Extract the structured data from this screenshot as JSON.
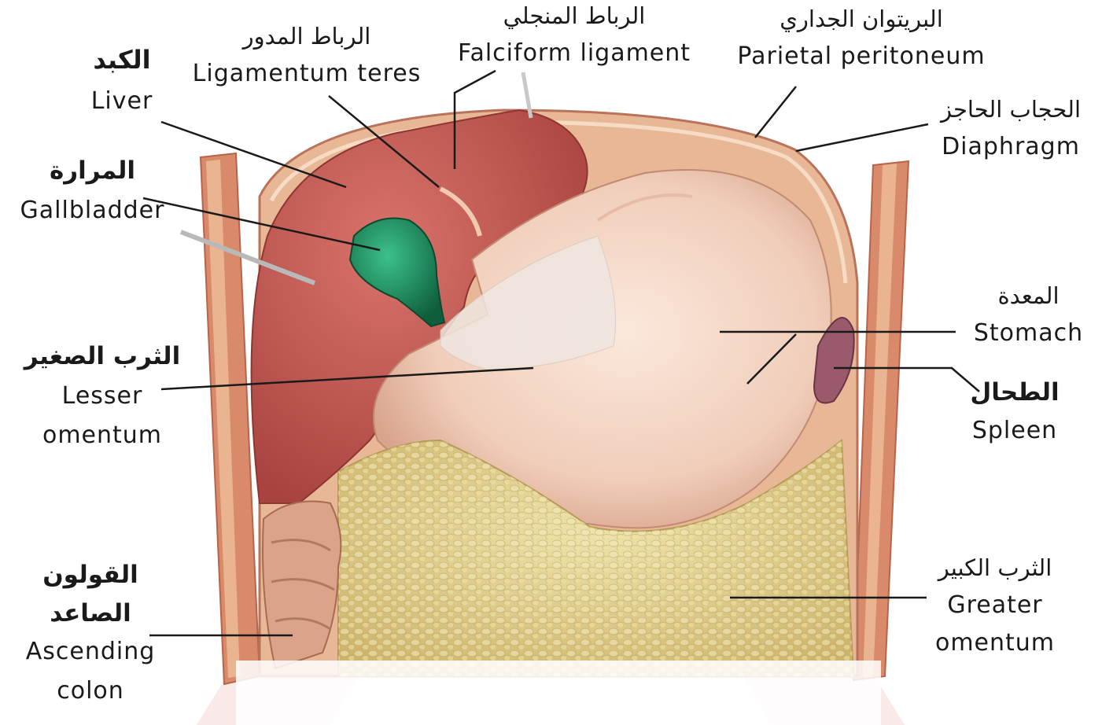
{
  "labels": {
    "liver": {
      "ar": "الكبد",
      "en": "Liver"
    },
    "ligamentum_teres": {
      "ar": "الرباط المدور",
      "en": "Ligamentum teres"
    },
    "falciform": {
      "ar": "الرباط المنجلي",
      "en": "Falciform ligament"
    },
    "parietal_peritoneum": {
      "ar": "البريتوان الجداري",
      "en": "Parietal peritoneum"
    },
    "diaphragm": {
      "ar": "الحجاب الحاجز",
      "en": "Diaphragm"
    },
    "gallbladder": {
      "ar": "المرارة",
      "en": "Gallbladder"
    },
    "stomach": {
      "ar": "المعدة",
      "en": "Stomach"
    },
    "spleen": {
      "ar": "الطحال",
      "en": "Spleen"
    },
    "lesser_omentum": {
      "ar": "الثرب الصغير",
      "en1": "Lesser",
      "en2": "omentum"
    },
    "ascending_colon": {
      "ar1": "القولون",
      "ar2": "الصاعد",
      "en1": "Ascending",
      "en2": "colon"
    },
    "greater_omentum": {
      "ar": "الثرب الكبير",
      "en1": "Greater",
      "en2": "omentum"
    }
  },
  "colors": {
    "liver": "#c85a55",
    "gallbladder": "#1f8a5a",
    "stomach": "#f2d4c4",
    "omentum": "#e6d79a",
    "body_wall": "#d77a5e",
    "watermark": "#f7e4e4",
    "leader_line": "#1a1a1a"
  }
}
